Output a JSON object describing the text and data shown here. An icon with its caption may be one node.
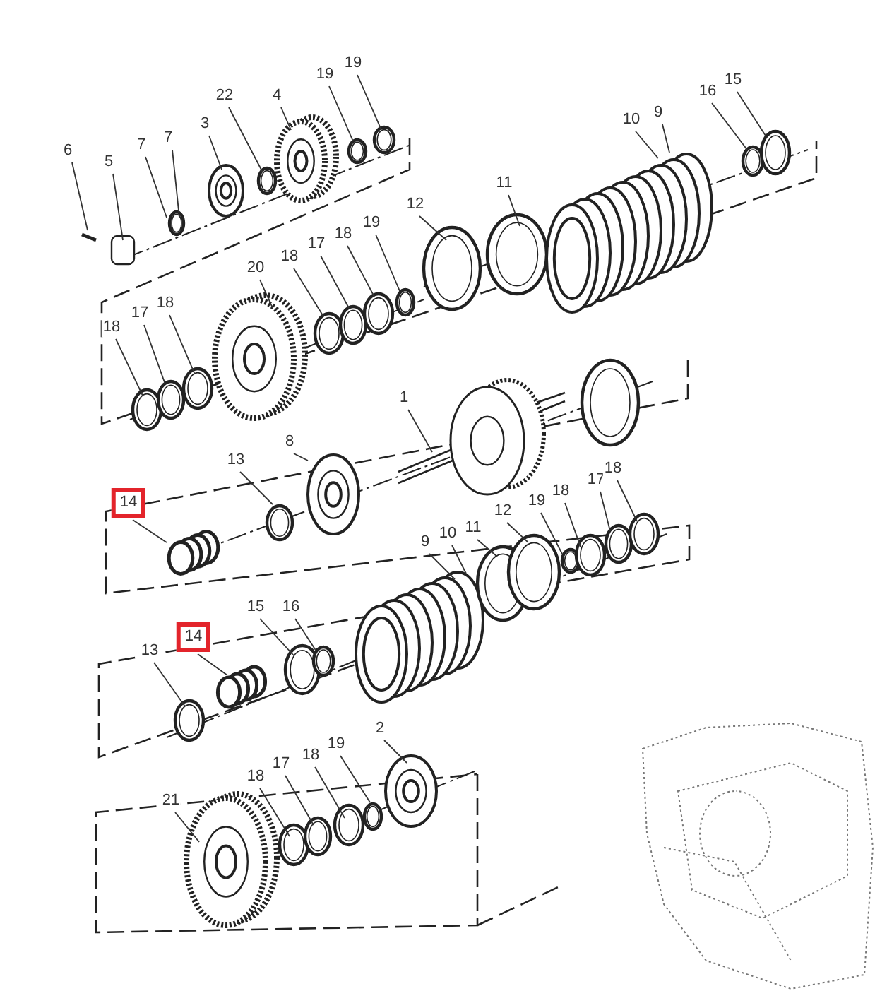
{
  "diagram": {
    "nodes": [
      {
        "text": [
          "6"
        ]
      },
      {
        "text": [
          "5"
        ]
      },
      {
        "text": [
          "7"
        ]
      },
      {
        "text": [
          "7"
        ]
      },
      {
        "text": [
          "3"
        ]
      },
      {
        "text": [
          "22"
        ]
      },
      {
        "text": [
          "4"
        ]
      },
      {
        "text": [
          "19"
        ]
      },
      {
        "text": [
          "19"
        ]
      },
      {
        "text": [
          "10"
        ]
      },
      {
        "text": [
          "9"
        ]
      },
      {
        "text": [
          "16"
        ]
      },
      {
        "text": [
          "15"
        ]
      },
      {
        "text": [
          "11"
        ]
      },
      {
        "text": [
          "12"
        ]
      },
      {
        "text": [
          "20"
        ]
      },
      {
        "text": [
          "18"
        ]
      },
      {
        "text": [
          "17"
        ]
      },
      {
        "text": [
          "18"
        ]
      },
      {
        "text": [
          "19"
        ]
      },
      {
        "text": [
          "18"
        ]
      },
      {
        "text": [
          "17"
        ]
      },
      {
        "text": [
          "18"
        ]
      },
      {
        "text": [
          "1"
        ]
      },
      {
        "text": [
          "13"
        ]
      },
      {
        "text": [
          "8"
        ]
      },
      {
        "text": [
          "14"
        ]
      },
      {
        "text": [
          "9"
        ]
      },
      {
        "text": [
          "10"
        ]
      },
      {
        "text": [
          "11"
        ]
      },
      {
        "text": [
          "12"
        ]
      },
      {
        "text": [
          "19"
        ]
      },
      {
        "text": [
          "18"
        ]
      },
      {
        "text": [
          "17"
        ]
      },
      {
        "text": [
          "18"
        ]
      },
      {
        "text": [
          "15"
        ]
      },
      {
        "text": [
          "16"
        ]
      },
      {
        "text": [
          "14"
        ]
      },
      {
        "text": [
          "13"
        ]
      },
      {
        "text": [
          "2"
        ]
      },
      {
        "text": [
          "19"
        ]
      },
      {
        "text": [
          "18"
        ]
      },
      {
        "text": [
          "17"
        ]
      },
      {
        "text": [
          "18"
        ]
      },
      {
        "text": [
          "21"
        ]
      }
    ],
    "edges": [
      {
        "from": 0,
        "to": null,
        "arrow": "none"
      },
      {
        "from": 1,
        "to": null,
        "arrow": "none"
      },
      {
        "from": 2,
        "to": null,
        "arrow": "none"
      },
      {
        "from": 3,
        "to": null,
        "arrow": "none"
      },
      {
        "from": 4,
        "to": null,
        "arrow": "none"
      },
      {
        "from": 5,
        "to": null,
        "arrow": "none"
      },
      {
        "from": 6,
        "to": null,
        "arrow": "none"
      },
      {
        "from": 7,
        "to": null,
        "arrow": "none"
      },
      {
        "from": 8,
        "to": null,
        "arrow": "none"
      },
      {
        "from": 9,
        "to": null,
        "arrow": "none"
      },
      {
        "from": 10,
        "to": null,
        "arrow": "none"
      },
      {
        "from": 11,
        "to": null,
        "arrow": "none"
      },
      {
        "from": 12,
        "to": null,
        "arrow": "none"
      },
      {
        "from": 13,
        "to": null,
        "arrow": "none"
      },
      {
        "from": 14,
        "to": null,
        "arrow": "none"
      },
      {
        "from": 15,
        "to": null,
        "arrow": "none"
      },
      {
        "from": 16,
        "to": null,
        "arrow": "none"
      },
      {
        "from": 17,
        "to": null,
        "arrow": "none"
      },
      {
        "from": 18,
        "to": null,
        "arrow": "none"
      },
      {
        "from": 19,
        "to": null,
        "arrow": "none"
      },
      {
        "from": 20,
        "to": null,
        "arrow": "none"
      },
      {
        "from": 21,
        "to": null,
        "arrow": "none"
      },
      {
        "from": 22,
        "to": null,
        "arrow": "none"
      },
      {
        "from": 23,
        "to": null,
        "arrow": "none"
      },
      {
        "from": 24,
        "to": null,
        "arrow": "none"
      },
      {
        "from": 25,
        "to": null,
        "arrow": "none"
      },
      {
        "from": 26,
        "to": null,
        "arrow": "none"
      },
      {
        "from": 27,
        "to": null,
        "arrow": "none"
      },
      {
        "from": 28,
        "to": null,
        "arrow": "none"
      },
      {
        "from": 29,
        "to": null,
        "arrow": "none"
      },
      {
        "from": 30,
        "to": null,
        "arrow": "none"
      },
      {
        "from": 31,
        "to": null,
        "arrow": "none"
      },
      {
        "from": 32,
        "to": null,
        "arrow": "none"
      },
      {
        "from": 33,
        "to": null,
        "arrow": "none"
      },
      {
        "from": 34,
        "to": null,
        "arrow": "none"
      },
      {
        "from": 35,
        "to": null,
        "arrow": "none"
      },
      {
        "from": 36,
        "to": null,
        "arrow": "none"
      },
      {
        "from": 37,
        "to": null,
        "arrow": "none"
      },
      {
        "from": 38,
        "to": null,
        "arrow": "none"
      },
      {
        "from": 39,
        "to": null,
        "arrow": "none"
      },
      {
        "from": 40,
        "to": null,
        "arrow": "none"
      },
      {
        "from": 41,
        "to": null,
        "arrow": "none"
      },
      {
        "from": 42,
        "to": null,
        "arrow": "none"
      },
      {
        "from": 43,
        "to": null,
        "arrow": "none"
      },
      {
        "from": 44,
        "to": null,
        "arrow": "none"
      }
    ]
  }
}
